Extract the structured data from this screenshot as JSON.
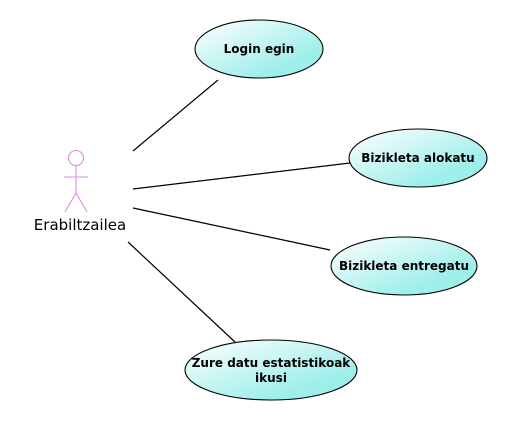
{
  "diagram": {
    "actor": {
      "name": "Erabiltzailea"
    },
    "use_cases": [
      {
        "id": "login",
        "lines": [
          "Login egin"
        ]
      },
      {
        "id": "alokatu",
        "lines": [
          "Bizikleta alokatu"
        ]
      },
      {
        "id": "entregatu",
        "lines": [
          "Bizikleta entregatu"
        ]
      },
      {
        "id": "estatistikak",
        "lines": [
          "Zure datu estatistikoak",
          "ikusi"
        ]
      }
    ],
    "colors": {
      "actor_stroke": "#e08ae0",
      "use_case_fill_light": "#ffffff",
      "use_case_fill_dark": "#9eeeea",
      "line": "#000000"
    }
  }
}
